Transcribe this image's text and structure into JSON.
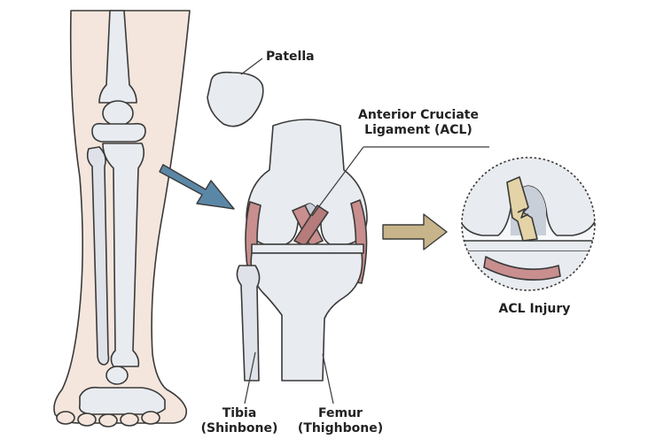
{
  "labels": {
    "patella": "Patella",
    "acl_line1": "Anterior Cruciate",
    "acl_line2": "Ligament (ACL)",
    "acl_injury": "ACL Injury",
    "tibia": "Tibia",
    "tibia_sub": "(Shinbone)",
    "femur": "Femur",
    "femur_sub": "(Thighbone)"
  },
  "colors": {
    "skin": "#f4e6dc",
    "bone": "#e8ebef",
    "bone_shadow": "#c9cfd8",
    "outline": "#3a3a3a",
    "ligament": "#c98e8e",
    "ligament_dark": "#a86a6a",
    "arrow_blue": "#5b87a6",
    "arrow_tan": "#c7b48a",
    "torn_acl": "#e3d3a6"
  },
  "icons": [
    "leg-illustration",
    "patella-bone",
    "knee-joint",
    "arrow-right-icon",
    "acl-injury-magnifier"
  ]
}
